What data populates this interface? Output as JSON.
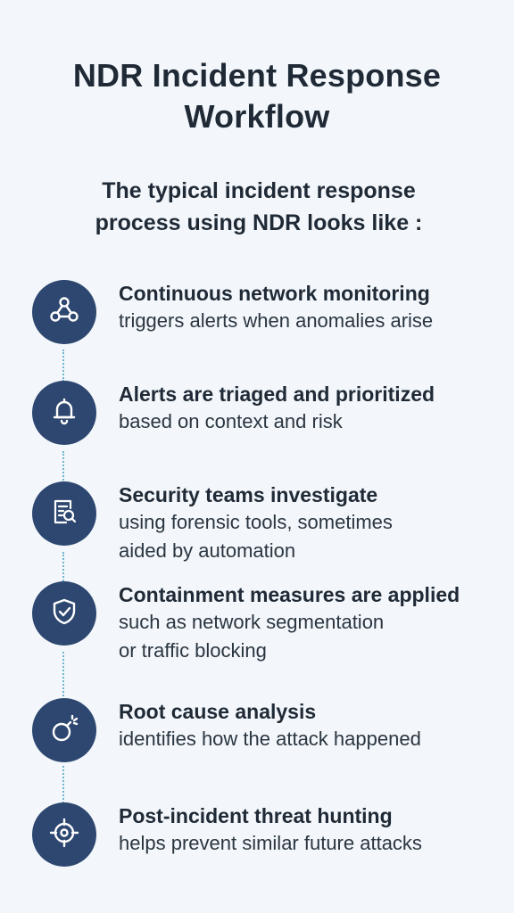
{
  "title": {
    "line1": "NDR Incident Response",
    "line2": "Workflow"
  },
  "subtitle": {
    "line1": "The typical incident response",
    "line2": "process using NDR looks like :"
  },
  "colors": {
    "background": "#f3f7fb",
    "circle": "#2d4770",
    "connector": "#6fb4cf",
    "text": "#1f2a36"
  },
  "steps": [
    {
      "icon": "network-nodes-icon",
      "title": "Continuous network monitoring",
      "desc1": "triggers alerts when anomalies arise",
      "desc2": ""
    },
    {
      "icon": "bell-icon",
      "title": "Alerts are triaged and prioritized",
      "desc1": "based on context and risk",
      "desc2": ""
    },
    {
      "icon": "document-search-icon",
      "title": "Security teams investigate",
      "desc1": "using forensic tools, sometimes",
      "desc2": "aided by automation"
    },
    {
      "icon": "shield-check-icon",
      "title": "Containment measures are applied",
      "desc1": "such as network segmentation",
      "desc2": "or traffic blocking"
    },
    {
      "icon": "bomb-icon",
      "title": "Root cause analysis",
      "desc1": "identifies how the attack happened",
      "desc2": ""
    },
    {
      "icon": "crosshair-icon",
      "title": "Post-incident threat hunting",
      "desc1": "helps prevent similar future attacks",
      "desc2": ""
    }
  ]
}
